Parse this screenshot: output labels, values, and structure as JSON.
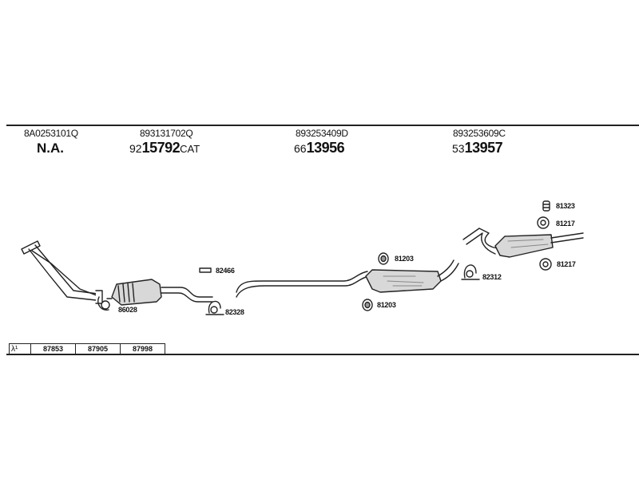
{
  "header": {
    "columns": [
      {
        "part_number": "8A0253101Q",
        "name": "N.A.",
        "prefix": "",
        "code": "",
        "suffix": ""
      },
      {
        "part_number": "893131702Q",
        "name": "",
        "prefix": "92",
        "code": "15792",
        "suffix": "CAT"
      },
      {
        "part_number": "893253409D",
        "name": "",
        "prefix": "66",
        "code": "13956",
        "suffix": ""
      },
      {
        "part_number": "893253609C",
        "name": "",
        "prefix": "53",
        "code": "13957",
        "suffix": ""
      }
    ]
  },
  "labels": {
    "clamp_86028": "86028",
    "gasket_82466": "82466",
    "clamp_82328": "82328",
    "ring_81203_top": "81203",
    "ring_81203_bottom": "81203",
    "clamp_82312": "82312",
    "hanger_81323": "81323",
    "ring_81217_top": "81217",
    "ring_81217_bottom": "81217"
  },
  "table": {
    "lambda": "λ¹",
    "cells": [
      "87853",
      "87905",
      "87998"
    ]
  },
  "colors": {
    "line": "#222222",
    "fill": "#d8d8d8"
  }
}
